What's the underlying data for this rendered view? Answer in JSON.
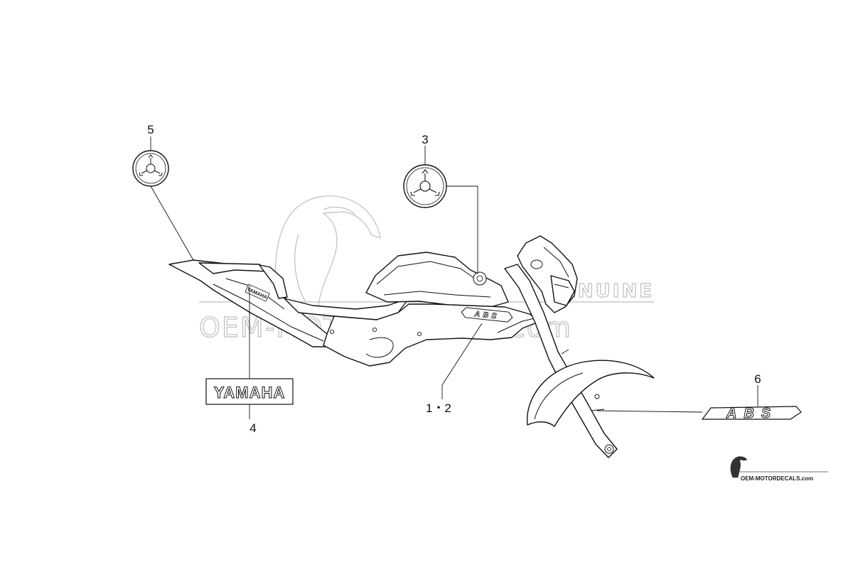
{
  "diagram": {
    "callouts": {
      "part_5": "5",
      "part_3": "3",
      "part_4": "4",
      "part_1_2": "1・2",
      "part_6": "6"
    },
    "decal_texts": {
      "yamaha": "YAMAHA",
      "abs": "ABS",
      "side_fairing": "ABS",
      "seat_cowl": "YAMAHA"
    },
    "watermark": {
      "genuine": "GENUINE",
      "site": "OEM-MOTORDECALS.com"
    },
    "footer_logo_text": "OEM-MOTORDECALS.com"
  }
}
